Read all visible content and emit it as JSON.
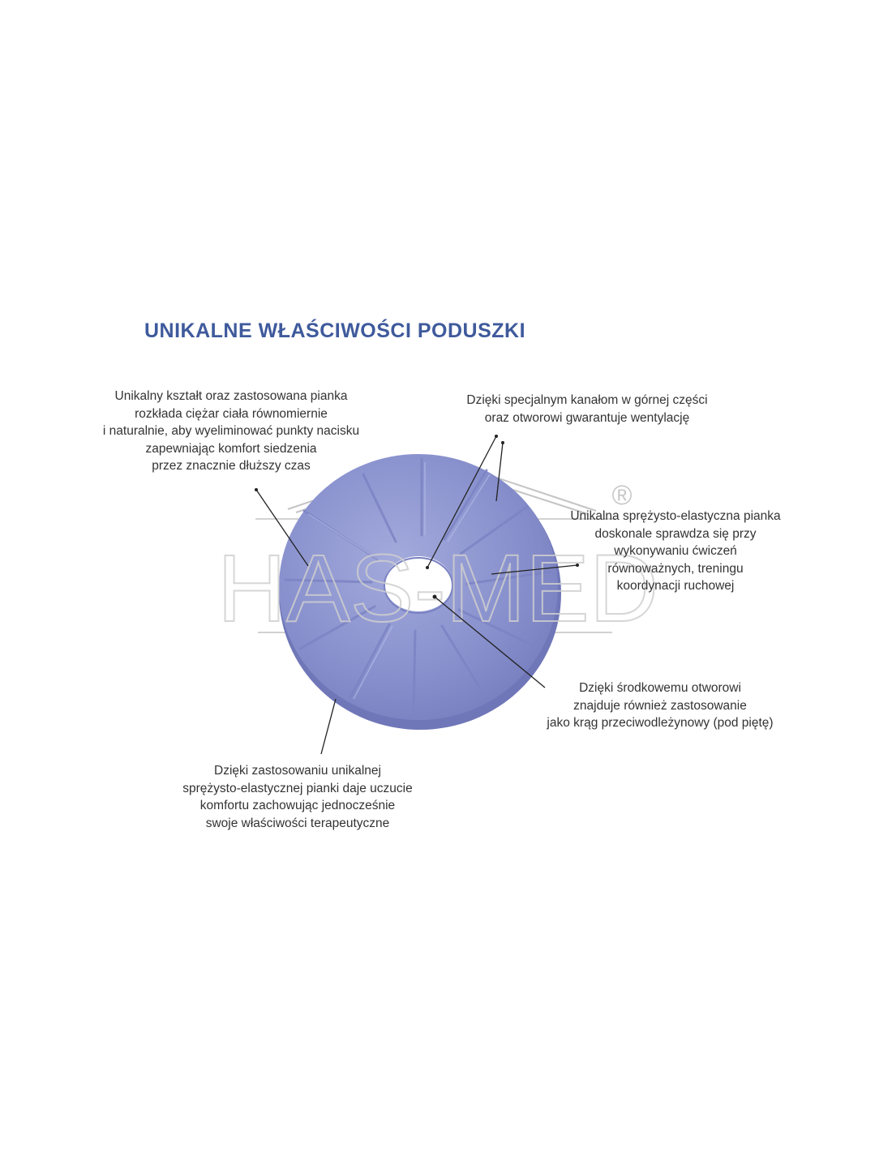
{
  "title": "UNIKALNE WŁAŚCIWOŚCI PODUSZKI",
  "watermark": {
    "text": "HAS-MED",
    "registered_mark": "®"
  },
  "colors": {
    "title": "#3f5a9c",
    "cushion": "#8b93cf",
    "cushion_shadow": "#747cbd",
    "watermark": "#b5b5b5"
  },
  "callouts": {
    "top_left": [
      "Unikalny kształt oraz zastosowana pianka",
      "rozkłada ciężar ciała równomiernie",
      "i naturalnie, aby wyeliminować punkty nacisku",
      "zapewniając komfort siedzenia",
      "przez znacznie dłuższy czas"
    ],
    "top_right": [
      "Dzięki specjalnym kanałom w górnej części",
      "oraz otworowi gwarantuje wentylację"
    ],
    "right": [
      "Unikalna sprężysto-elastyczna pianka",
      "doskonale sprawdza się przy",
      "wykonywaniu ćwiczeń",
      "równoważnych, treningu",
      "koordynacji ruchowej"
    ],
    "bottom_right": [
      "Dzięki środkowemu otworowi",
      "znajduje również zastosowanie",
      "jako krąg przeciwodleżynowy (pod piętę)"
    ],
    "bottom_left": [
      "Dzięki zastosowaniu unikalnej",
      "sprężysto-elastycznej pianki daje uczucie",
      "komfortu zachowując jednocześnie",
      "swoje właściwości terapeutyczne"
    ]
  }
}
